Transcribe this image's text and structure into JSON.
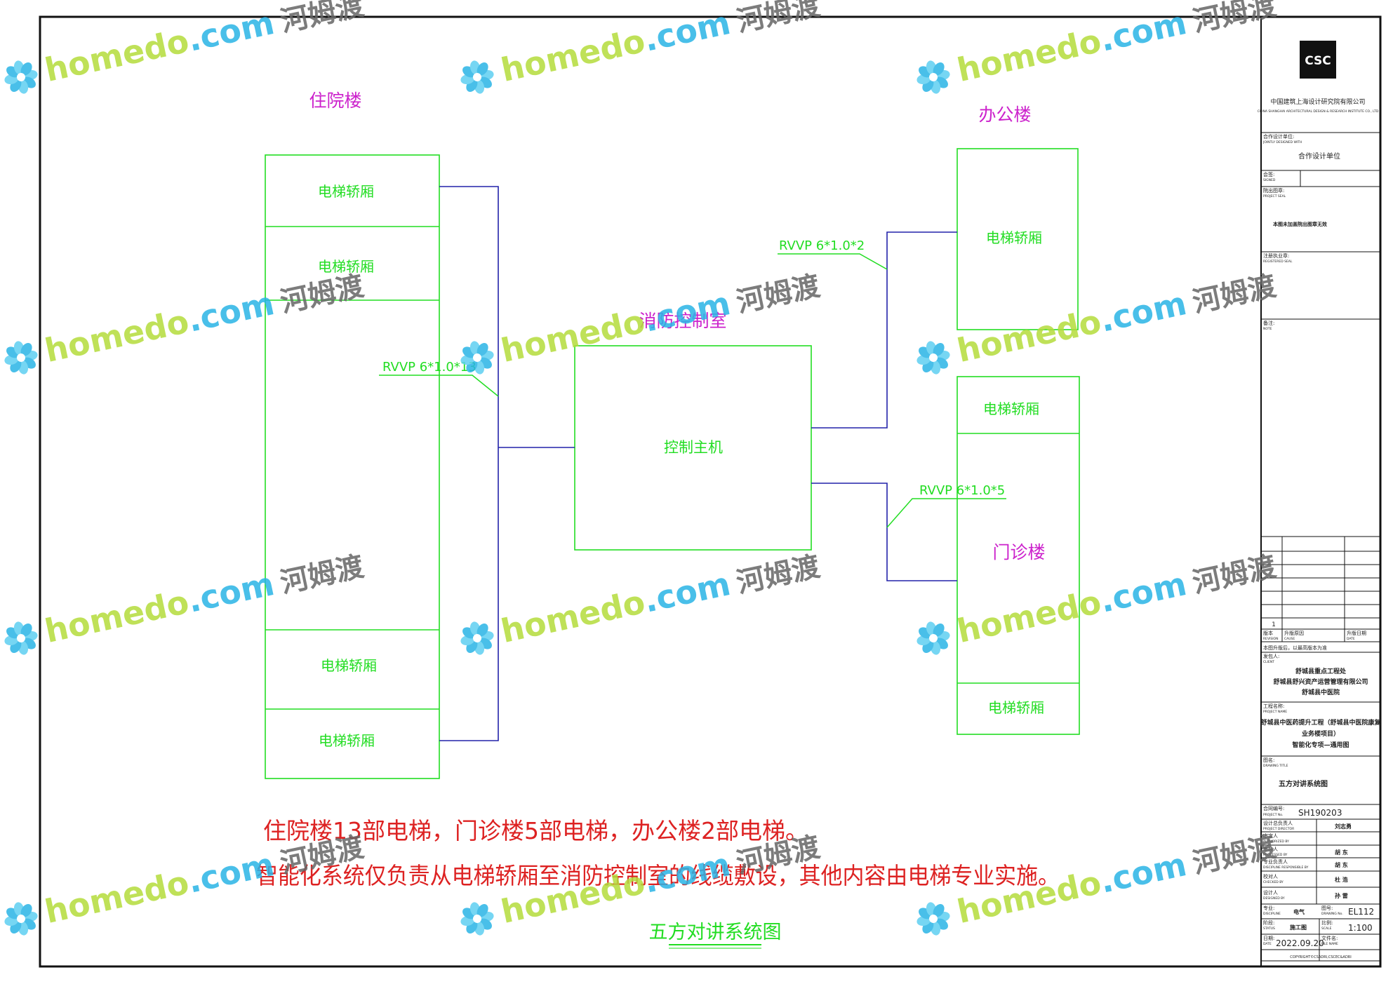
{
  "diagram": {
    "zones": {
      "inpatient": "住院楼",
      "office": "办公楼",
      "control_room": "消防控制室",
      "outpatient": "门诊楼"
    },
    "host": "控制主机",
    "car_label": "电梯轿厢",
    "cables": {
      "inpatient": "RVVP 6*1.0*13",
      "office": "RVVP 6*1.0*2",
      "outpatient": "RVVP 6*1.0*5"
    },
    "notes": [
      "住院楼13部电梯，门诊楼5部电梯，办公楼2部电梯。",
      "智能化系统仅负责从电梯轿厢至消防控制室的线缆敷设，其他内容由电梯专业实施。"
    ],
    "title": "五方对讲系统图"
  },
  "watermark": {
    "brand": "homedo",
    "domain": ".com",
    "cn": "河姆渡"
  },
  "title_block": {
    "logo_text": "CSC",
    "company_cn": "中国建筑上海设计研究院有限公司",
    "company_en": "CHINA SHANGHAI ARCHITECTURAL DESIGN & RESEARCH INSTITUTE CO., LTD",
    "joint_label": "合作设计单位:",
    "joint_label_en": "JOINTLY DESIGNED WITH",
    "joint_value": "合作设计单位",
    "signed_label": "会签:",
    "signed_label_en": "SIGNED",
    "seal_label": "院出图章:",
    "seal_label_en": "PROJECT SEAL",
    "seal_note": "本图未加盖院出图章无效",
    "reg_label": "注册执业章:",
    "reg_label_en": "REGISTERED SEAL",
    "note_label": "备注:",
    "note_label_en": "NOTE",
    "rev_number": "1",
    "rev_label": "版本",
    "rev_label_en": "REVISION",
    "cause_label": "升版原因",
    "cause_label_en": "CAUSE",
    "date_label": "升版日期",
    "date_label_en": "DATE",
    "rev_note": "本图升版后，以最高版本为准",
    "client_label": "发包人:",
    "client_label_en": "CLIENT",
    "client_lines": [
      "舒城县重点工程处",
      "舒城县舒兴资产运营管理有限公司",
      "舒城县中医院"
    ],
    "project_label": "工程名称:",
    "project_label_en": "PROJECT NAME",
    "project_lines": [
      "舒城县中医药提升工程（舒城县中医院康复",
      "业务楼项目）",
      "智能化专项—通用图"
    ],
    "drawing_title_label": "图名:",
    "drawing_title_label_en": "DRAWING TITLE",
    "drawing_title": "五方对讲系统图",
    "contract_label": "合同编号:",
    "contract_label_en": "PROJECT No.",
    "contract_no": "SH190203",
    "roles": [
      {
        "label": "设计总负责人",
        "en": "PROJECT DIRECTOR",
        "name": "刘志勇"
      },
      {
        "label": "审定人",
        "en": "AUTHORIZED BY",
        "name": ""
      },
      {
        "label": "审核人",
        "en": "PROCESSED BY",
        "name": "胡 东"
      },
      {
        "label": "专业负责人",
        "en": "DISCIPLINE RESPONSIBLE BY",
        "name": "胡 东"
      },
      {
        "label": "校对人",
        "en": "CHECKED BY",
        "name": "杜 浩"
      },
      {
        "label": "设计人",
        "en": "DESIGNED BY",
        "name": "孙 雷"
      }
    ],
    "discipline_label": "专业:",
    "discipline_label_en": "DISCIPLINE",
    "discipline": "电气",
    "drawing_no_label": "图号:",
    "drawing_no_label_en": "DRAWING No.",
    "drawing_no": "EL112",
    "status_label": "阶段:",
    "status_label_en": "STATUS",
    "status": "施工图",
    "scale_label": "比例:",
    "scale_label_en": "SCALE",
    "scale": "1:100",
    "issue_date_label": "日期:",
    "issue_date_label_en": "DATE",
    "issue_date": "2022.09.20",
    "file_label": "文件名:",
    "file_label_en": "FILE NAME",
    "copyright": "COPYRIGHT©CSADRI,CSCEC&ADRI"
  },
  "colors": {
    "green": "#22dd22",
    "blue": "#2222aa",
    "magenta": "#cc22cc",
    "red": "#dd2222",
    "wm_green": "#b4dc3c",
    "wm_blue": "#2ab4e6",
    "wm_gray": "#666666"
  }
}
